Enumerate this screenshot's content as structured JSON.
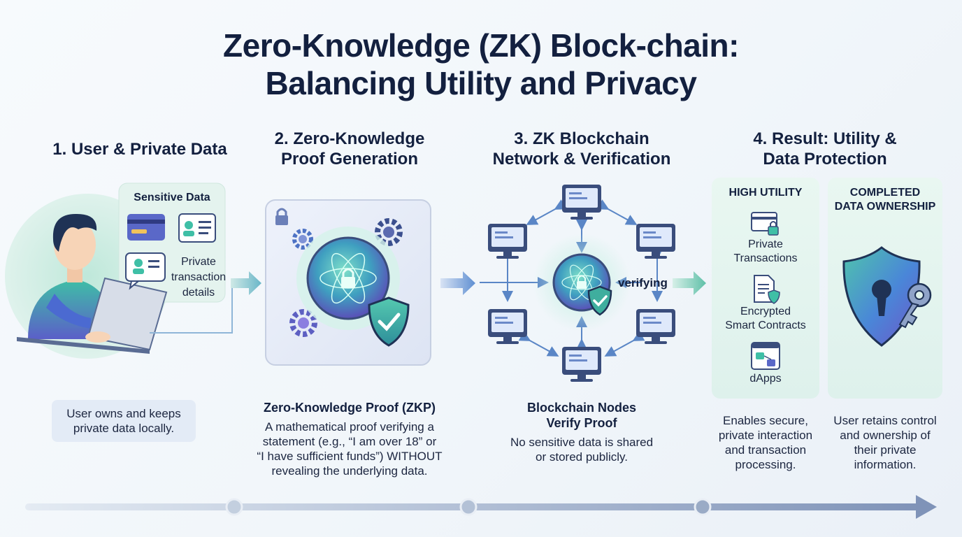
{
  "title": {
    "line1": "Zero-Knowledge (ZK) Block-chain:",
    "line2": "Balancing Utility and Privacy"
  },
  "step1": {
    "heading": "1. User & Private Data",
    "bubble_title": "Sensitive Data",
    "bubble_text1": "Private",
    "bubble_text2": "transaction",
    "bubble_text3": "details",
    "note_line1": "User owns and keeps",
    "note_line2": "private data locally."
  },
  "step2": {
    "heading_line1": "2. Zero-Knowledge",
    "heading_line2": "Proof Generation",
    "desc_title": "Zero-Knowledge Proof (ZKP)",
    "desc_line1": "A mathematical proof verifying a",
    "desc_line2": "statement (e.g., “I am over 18” or",
    "desc_line3": "“I have sufficient funds”) WITHOUT",
    "desc_line4": "revealing the underlying data."
  },
  "step3": {
    "heading_line1": "3. ZK Blockchain",
    "heading_line2": "Network & Verification",
    "verifying_label": "verifying",
    "desc_title_line1": "Blockchain Nodes",
    "desc_title_line2": "Verify Proof",
    "desc_line1": "No sensitive data is shared",
    "desc_line2": "or stored publicly."
  },
  "step4": {
    "heading_line1": "4. Result: Utility &",
    "heading_line2": "Data Protection",
    "utility_card": {
      "title": "HIGH UTILITY",
      "items": [
        {
          "line1": "Private",
          "line2": "Transactions",
          "icon": "lock-card-icon"
        },
        {
          "line1": "Encrypted",
          "line2": "Smart Contracts",
          "icon": "document-shield-icon"
        },
        {
          "line1": "dApps",
          "line2": "",
          "icon": "app-window-icon"
        }
      ]
    },
    "ownership_card": {
      "title_line1": "COMPLETED",
      "title_line2": "DATA OWNERSHIP",
      "icon": "shield-key-icon"
    },
    "utility_desc_line1": "Enables secure,",
    "utility_desc_line2": "private interaction",
    "utility_desc_line3": "and transaction",
    "utility_desc_line4": "processing.",
    "ownership_desc_line1": "User retains control",
    "ownership_desc_line2": "and ownership of",
    "ownership_desc_line3": "their private",
    "ownership_desc_line4": "information."
  },
  "colors": {
    "navy": "#13203f",
    "teal": "#3fbfa6",
    "blue": "#4a86d8",
    "purple": "#6e56c8",
    "mint": "#dff2ec"
  }
}
